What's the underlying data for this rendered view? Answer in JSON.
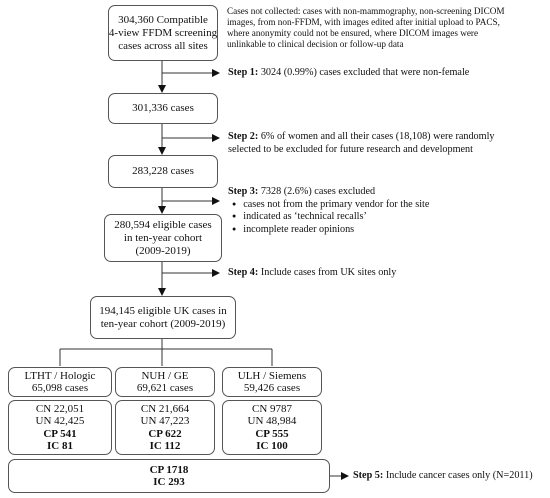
{
  "boxes": {
    "b1": [
      "304,360 Compatible",
      "4-view FFDM screening",
      "cases across all sites"
    ],
    "b2": [
      "301,336 cases"
    ],
    "b3": [
      "283,228 cases"
    ],
    "b4": [
      "280,594 eligible cases",
      "in ten-year cohort",
      "(2009-2019)"
    ],
    "b5": [
      "194,145 eligible UK cases in",
      "ten-year cohort (2009-2019)"
    ],
    "site1": [
      "LTHT / Hologic",
      "65,098 cases"
    ],
    "site2": [
      "NUH / GE",
      "69,621 cases"
    ],
    "site3": [
      "ULH / Siemens",
      "59,426 cases"
    ],
    "counts1": [
      "CN 22,051",
      "UN 42,425"
    ],
    "counts1_bold": [
      "CP 541",
      "IC 81"
    ],
    "counts2": [
      "CN 21,664",
      "UN 47,223"
    ],
    "counts2_bold": [
      "CP 622",
      "IC 112"
    ],
    "counts3": [
      "CN 9787",
      "UN 48,984"
    ],
    "counts3_bold": [
      "CP 555",
      "IC 100"
    ],
    "total_bold": [
      "CP 1718",
      "IC 293"
    ]
  },
  "note": [
    "Cases not collected: cases with non-mammography, non-screening DICOM",
    "images, from non-FFDM, with images edited after initial upload to PACS,",
    "where anonymity could not be ensured, where DICOM images were",
    "unlinkable to clinical decision or follow-up data"
  ],
  "steps": {
    "s1": {
      "label": "Step 1:",
      "text": " 3024 (0.99%) cases excluded that were non-female"
    },
    "s2": {
      "label": "Step 2:",
      "text": " 6% of women and all their cases (18,108) were randomly",
      "text2": "selected to be excluded for future research and development"
    },
    "s3": {
      "label": "Step 3:",
      "text": "  7328 (2.6%) cases excluded",
      "bullets": [
        "cases not from the primary vendor for the site",
        "indicated as ‘technical recalls’",
        "incomplete reader opinions"
      ]
    },
    "s4": {
      "label": "Step 4:",
      "text": " Include cases from UK sites only"
    },
    "s5": {
      "label": "Step 5:",
      "text": " Include cancer cases only (N=2011)"
    }
  }
}
